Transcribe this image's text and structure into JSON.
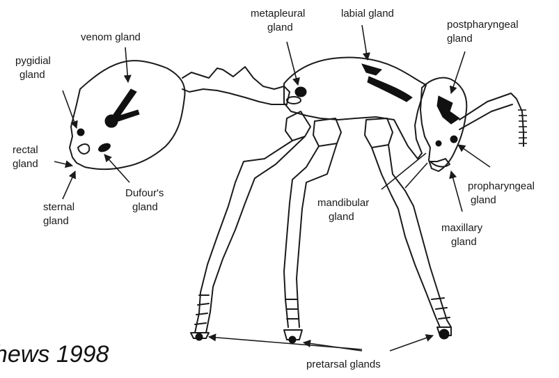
{
  "labels": {
    "venom": "venom gland",
    "pygidial": [
      "pygidial",
      "gland"
    ],
    "metapleural": [
      "metapleural",
      "gland"
    ],
    "labial": "labial gland",
    "postpharyngeal": [
      "postpharyngeal",
      "gland"
    ],
    "rectal": [
      "rectal",
      "gland"
    ],
    "dufour": [
      "Dufour's",
      "gland"
    ],
    "sternal": [
      "sternal",
      "gland"
    ],
    "propharyngeal": [
      "propharyngeal",
      "gland"
    ],
    "mandibular": [
      "mandibular",
      "gland"
    ],
    "maxillary": [
      "maxillary",
      "gland"
    ],
    "pretarsal": "pretarsal glands"
  },
  "credit": "hews 1998",
  "colors": {
    "ink": "#1a1a1a",
    "background": "#ffffff"
  }
}
